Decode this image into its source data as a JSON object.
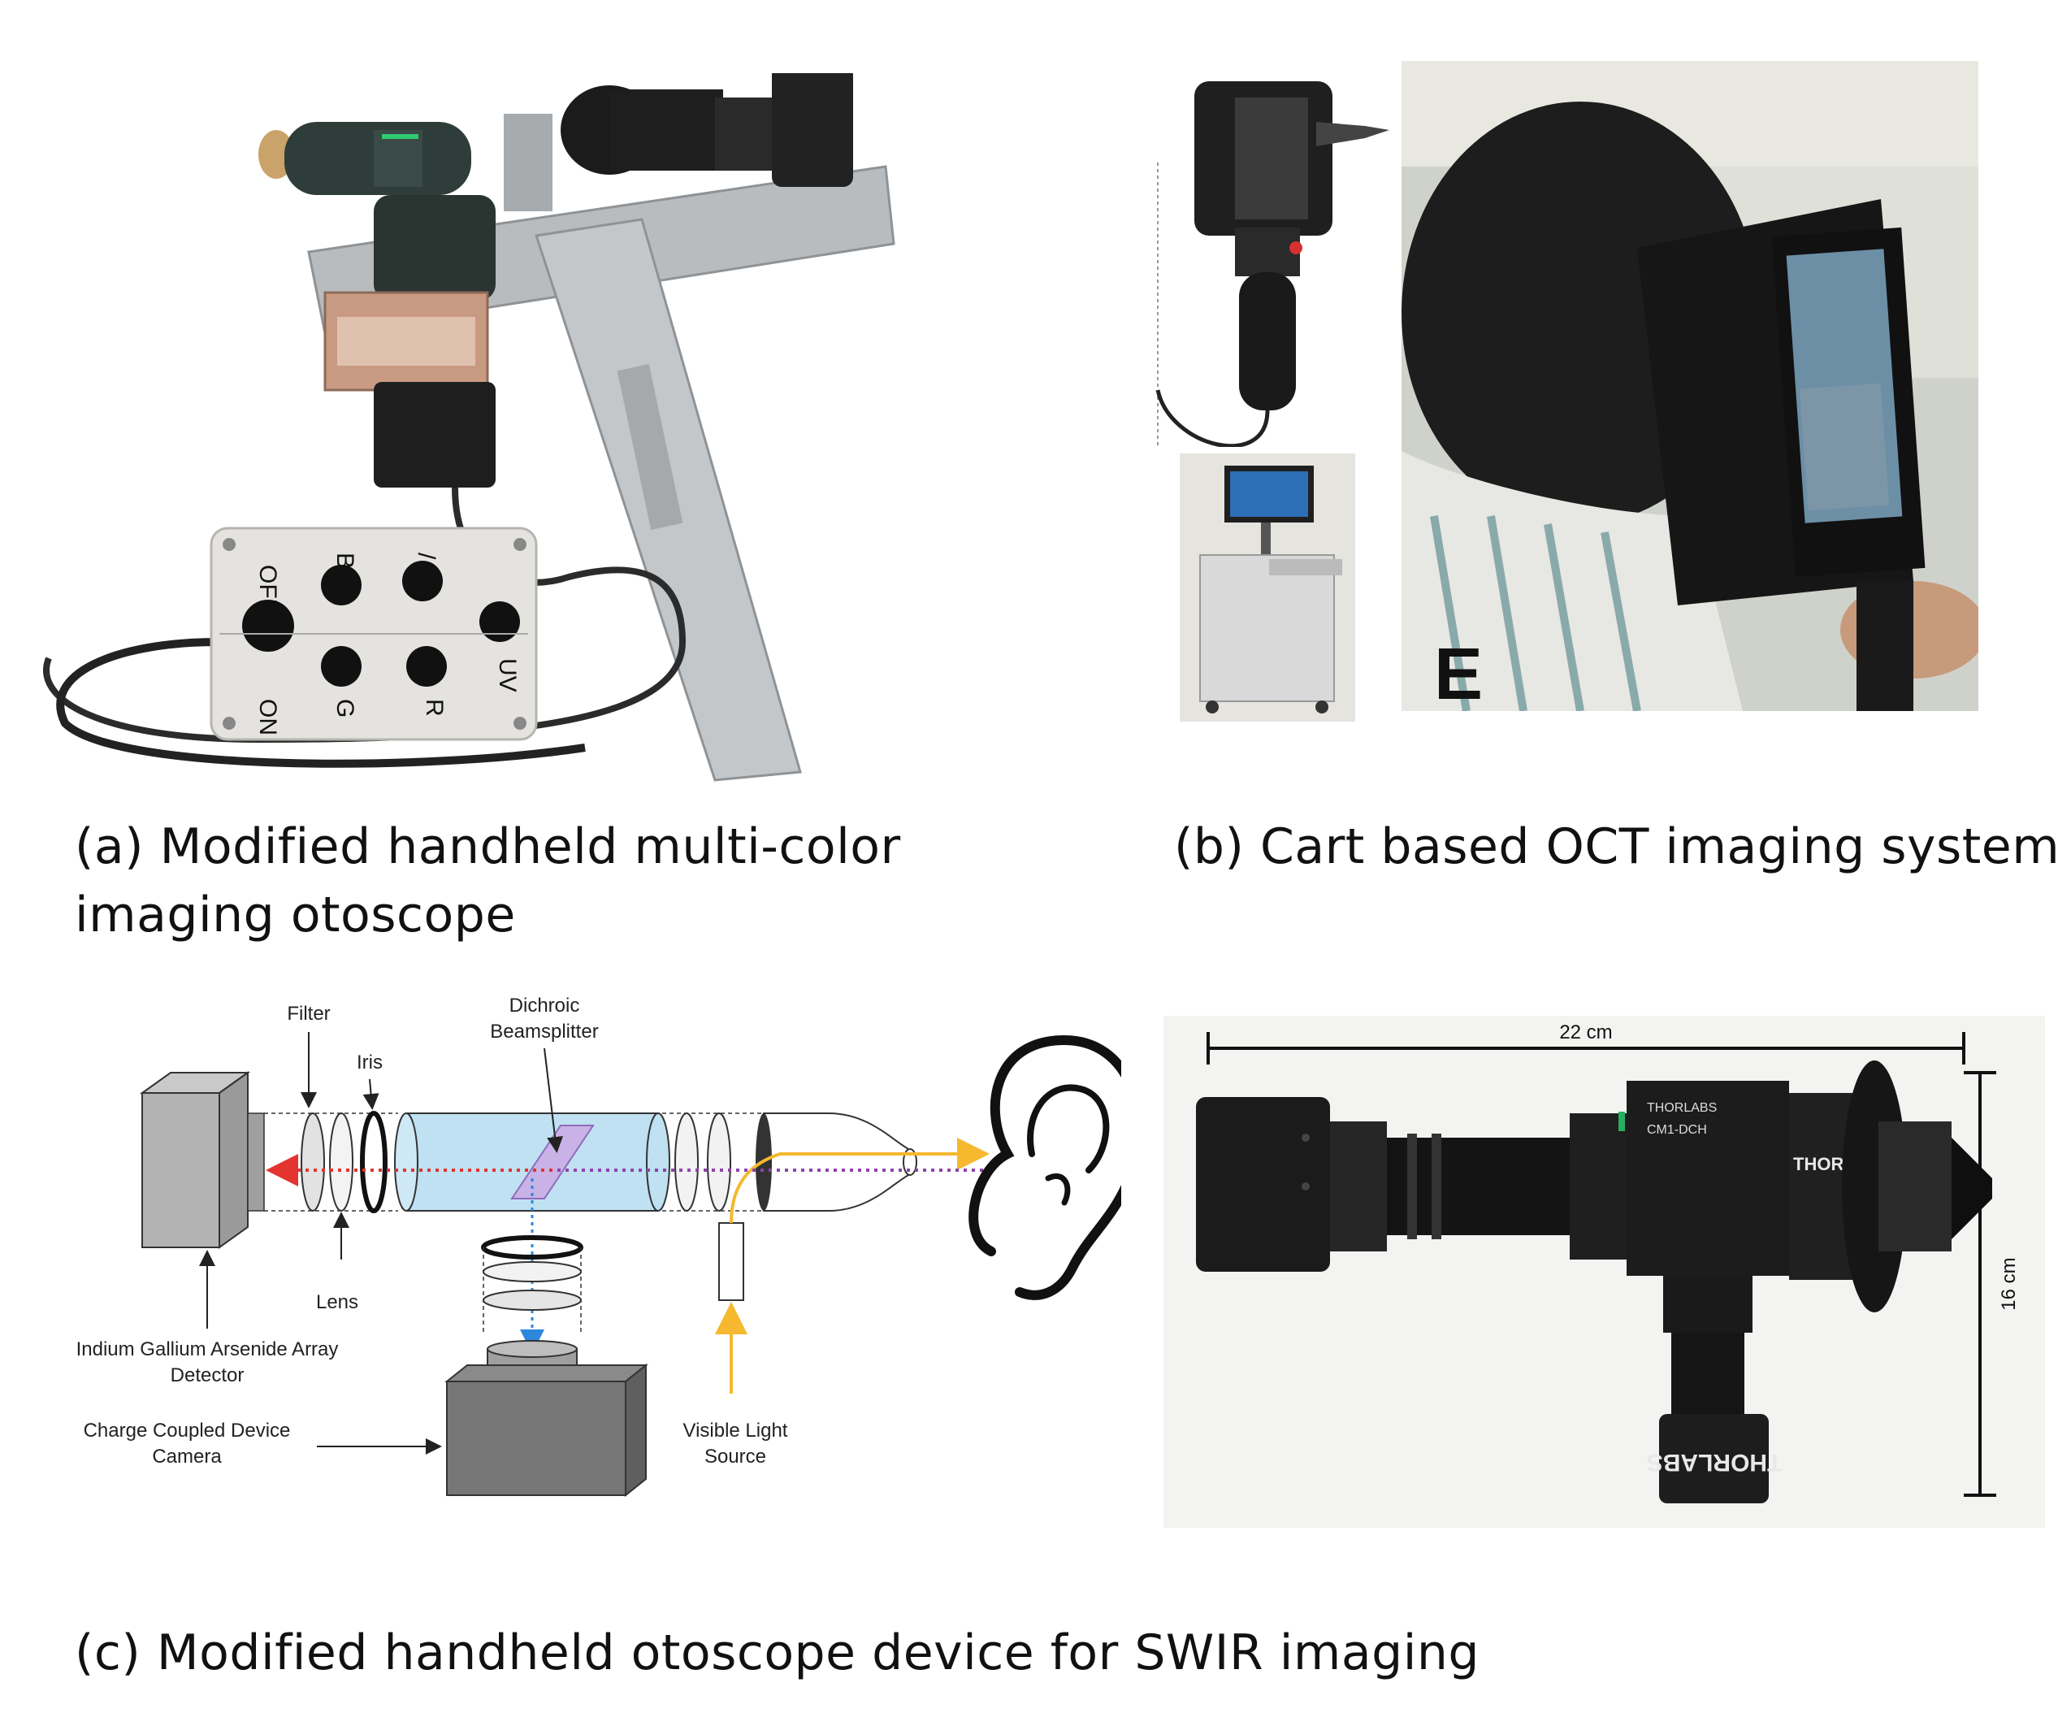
{
  "captions": {
    "a": "(a) Modified handheld multi-color imaging otoscope",
    "b": "(b) Cart based OCT imaging system",
    "c": "(c) Modified handheld otoscope device for SWIR imaging"
  },
  "panel_a": {
    "control_box_labels": {
      "off": "OFF",
      "on": "ON",
      "b": "B",
      "slash": "/",
      "g": "G",
      "r": "R",
      "uv": "UV"
    }
  },
  "panel_b": {
    "panel_letter": "E"
  },
  "diagram": {
    "labels": {
      "filter": "Filter",
      "iris": "Iris",
      "dichroic_line1": "Dichroic",
      "dichroic_line2": "Beamsplitter",
      "lens": "Lens",
      "ingaas_line1": "Indium Gallium Arsenide Array",
      "ingaas_line2": "Detector",
      "ccd_line1": "Charge Coupled Device",
      "ccd_line2": "Camera",
      "visible_line1": "Visible Light",
      "visible_line2": "Source"
    },
    "colors": {
      "tube": "#bfe1f2",
      "red_path": "#e3342f",
      "purple_path": "#8e44ad",
      "blue_path": "#2e86de",
      "yellow_path": "#f5b82e",
      "mirror": "#c9b3e6"
    }
  },
  "device_photo": {
    "width_label": "22 cm",
    "height_label": "16 cm",
    "brand_text": "THORLABS",
    "part_text": "CM1-DCH"
  }
}
